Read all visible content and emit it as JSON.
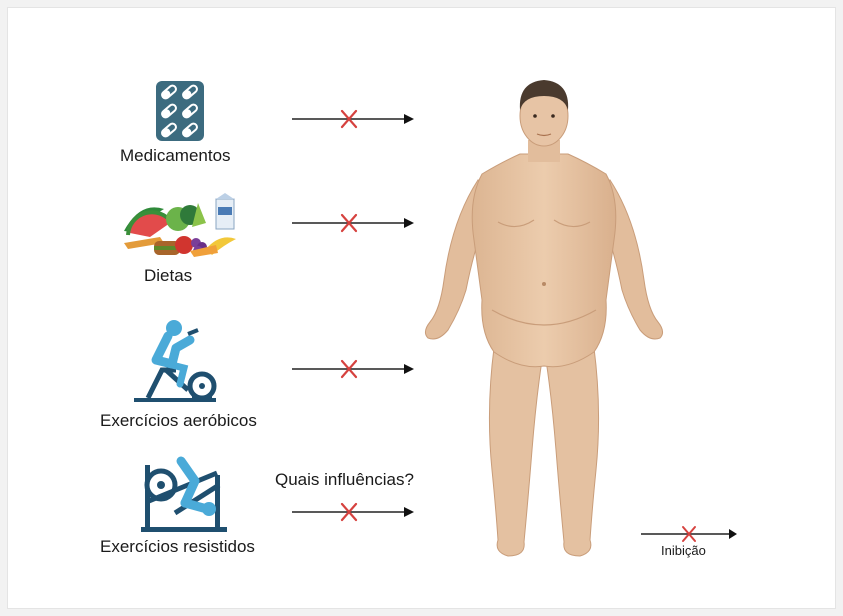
{
  "interventions": [
    {
      "label": "Medicamentos",
      "icon": "pills-blister-icon"
    },
    {
      "label": "Dietas",
      "icon": "food-assortment-icon"
    },
    {
      "label": "Exercícios aeróbicos",
      "icon": "exercise-bike-icon"
    },
    {
      "label": "Exercícios resistidos",
      "icon": "leg-press-machine-icon"
    }
  ],
  "question": "Quais influências?",
  "legend": {
    "label": "Inibição"
  },
  "figure": {
    "icon": "person-with-obesity-icon"
  },
  "colors": {
    "accent_blue": "#2f6f94",
    "icon_teal": "#3c6b7f",
    "inhibition_x": "#d6423f",
    "skin": "#e7c4a5",
    "hair": "#4a3a2e"
  }
}
